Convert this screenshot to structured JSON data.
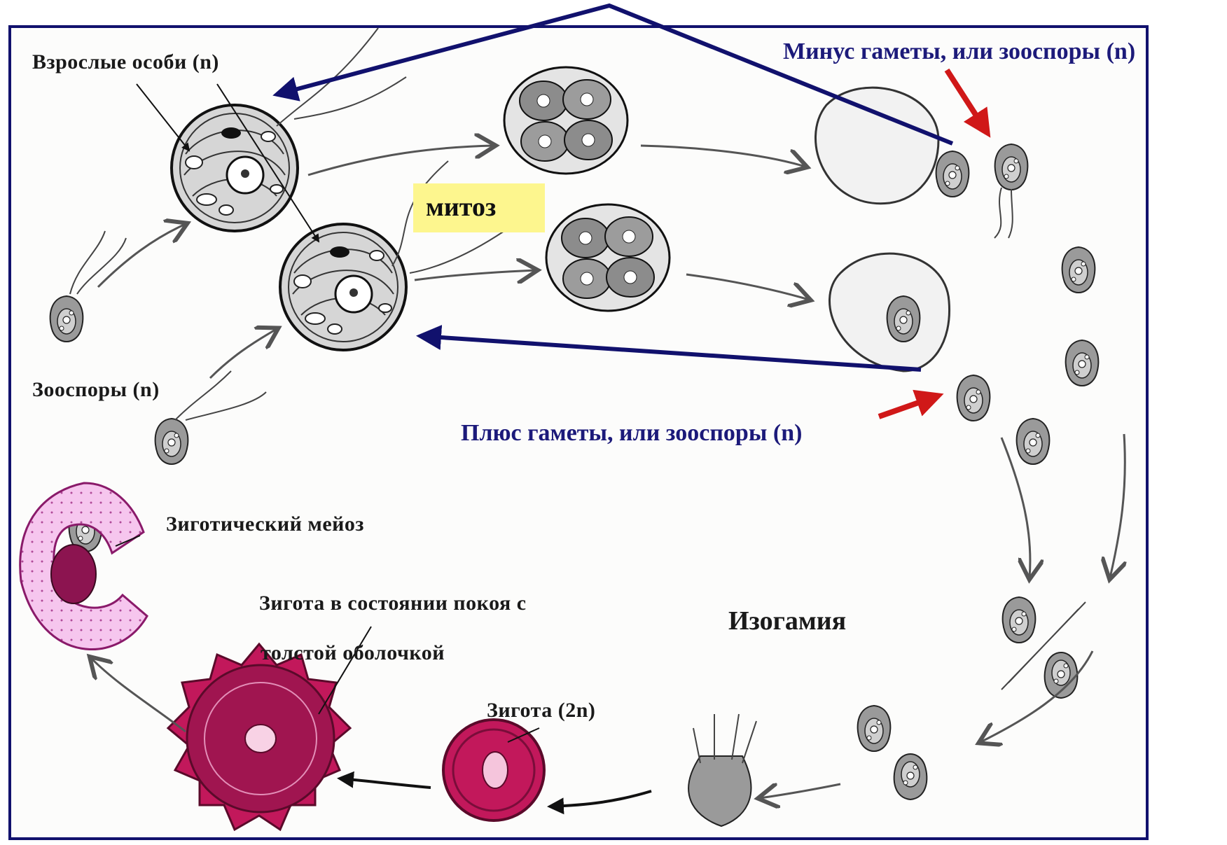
{
  "diagram": {
    "labels": {
      "adults": "Взрослые особи (n)",
      "minus_gametes": "Минус гаметы, или зооспоры (n)",
      "mitosis": "митоз",
      "zoospores": "Зооспоры (n)",
      "plus_gametes": "Плюс гаметы, или зооспоры (n)",
      "zygotic_meiosis": "Зиготический мейоз",
      "resting_zygote_line1": "Зигота в состоянии покоя с",
      "resting_zygote_line2": "толстой оболочкой",
      "isogamy": "Изогамия",
      "zygote": "Зигота (2n)"
    },
    "colors": {
      "frame": "#11116d",
      "blue_arrow": "#11116d",
      "red_arrow": "#d01818",
      "mitosis_highlight": "#fdf68e",
      "zygote_fill": "#c2185b",
      "meiosis_fill": "#f3b6e6",
      "cell_fill": "#cfcfcf",
      "ink": "#1a1a1a"
    }
  }
}
